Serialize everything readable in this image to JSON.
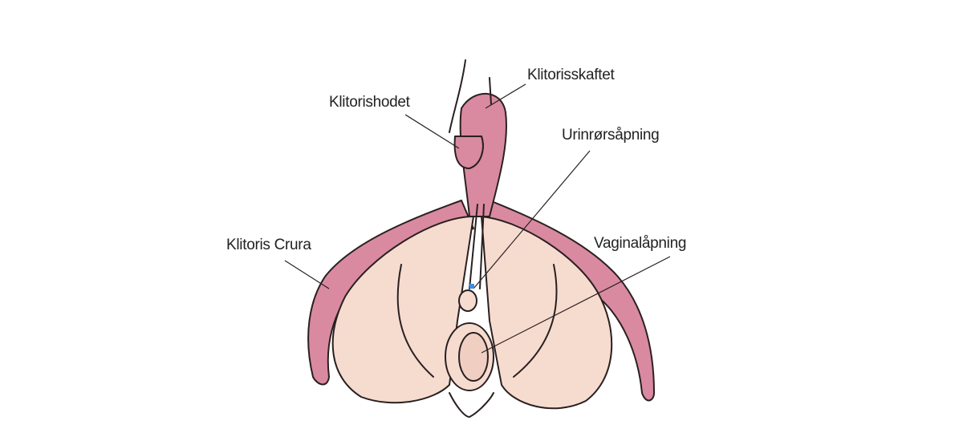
{
  "diagram": {
    "type": "anatomical illustration",
    "colors": {
      "erectile_tissue": "#d98aa0",
      "bulb_tissue": "#f6dbcf",
      "outline": "#2a2020",
      "marker": "#3b8ee8"
    },
    "labels": [
      {
        "id": "glans",
        "text": "Klitorishodet"
      },
      {
        "id": "shaft",
        "text": "Klitorisskaftet"
      },
      {
        "id": "urethral",
        "text": "Urinrørsåpning"
      },
      {
        "id": "crura",
        "text": "Klitoris Crura"
      },
      {
        "id": "vaginal",
        "text": "Vaginalåpning"
      }
    ]
  }
}
